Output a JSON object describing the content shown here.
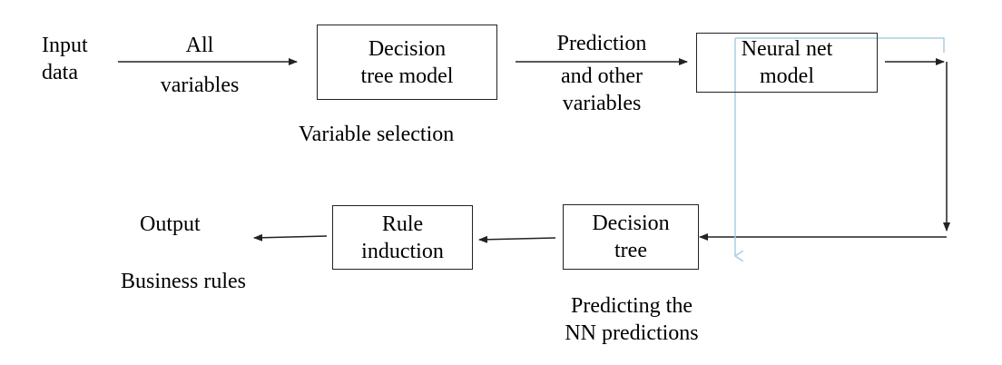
{
  "boxes": {
    "decision_tree_model": [
      "Decision",
      "tree model"
    ],
    "neural_net_model": [
      "Neural net",
      "model"
    ],
    "decision_tree": [
      "Decision",
      "tree"
    ],
    "rule_induction": [
      "Rule",
      "induction"
    ]
  },
  "labels": {
    "input": [
      "Input",
      "data"
    ],
    "all_variables": [
      "All",
      "variables"
    ],
    "prediction": [
      "Prediction",
      "and other",
      "variables"
    ],
    "variable_selection": "Variable selection",
    "output": "Output",
    "business_rules": "Business rules",
    "predicting": [
      "Predicting the",
      "NN predictions"
    ]
  },
  "colors": {
    "line": "#222222",
    "highlight": "#a9cfe0"
  }
}
